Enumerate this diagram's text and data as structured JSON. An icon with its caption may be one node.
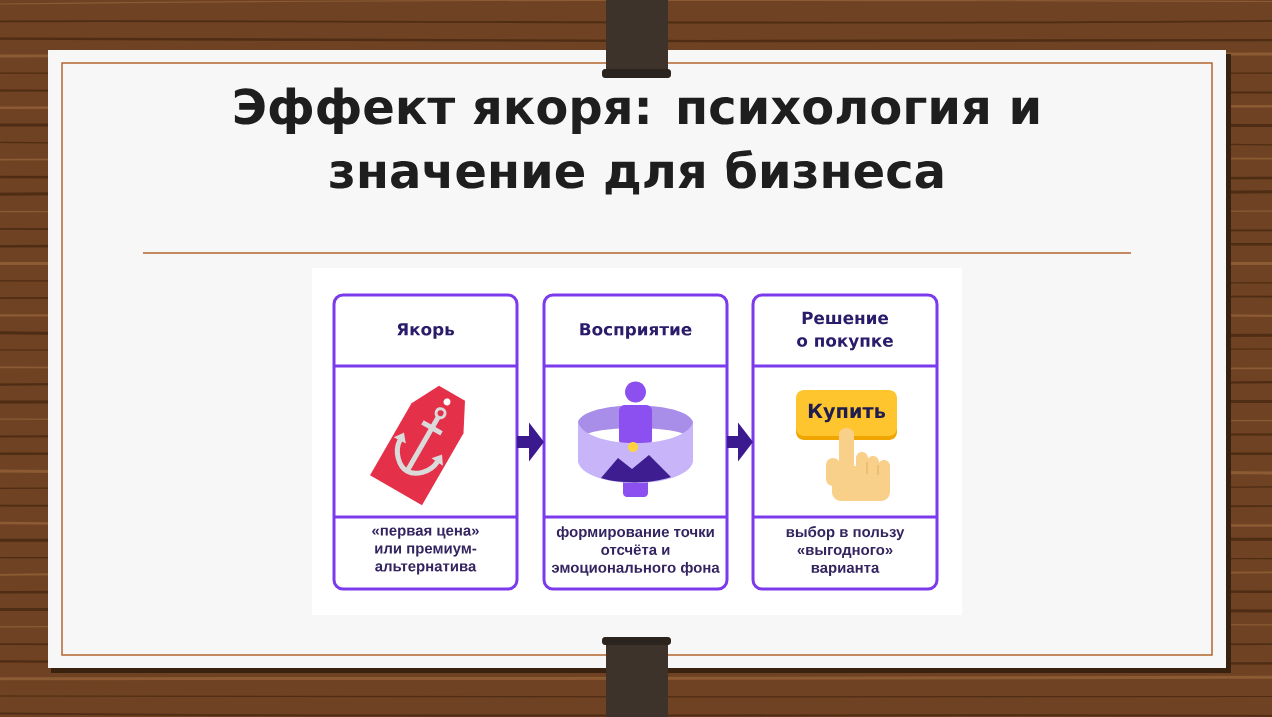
{
  "diagram": {
    "title": "Эффект якоря: психология и значение для бизнеса",
    "nodes": [
      {
        "text": [
          "Якорь",
          "«первая цена» или премиум-альтернатива"
        ]
      },
      {
        "text": [
          "Восприятие",
          "формирование точки отсчёта и эмоционального фона"
        ]
      },
      {
        "text": [
          "Решение о покупке",
          "выбор в пользу «выгодного» варианта"
        ]
      },
      {
        "text": [
          "Купить"
        ],
        "in": 2
      }
    ],
    "edges": [
      {
        "from": 0,
        "to": 1,
        "arrow": "to"
      },
      {
        "from": 1,
        "to": 2,
        "arrow": "to"
      }
    ]
  }
}
